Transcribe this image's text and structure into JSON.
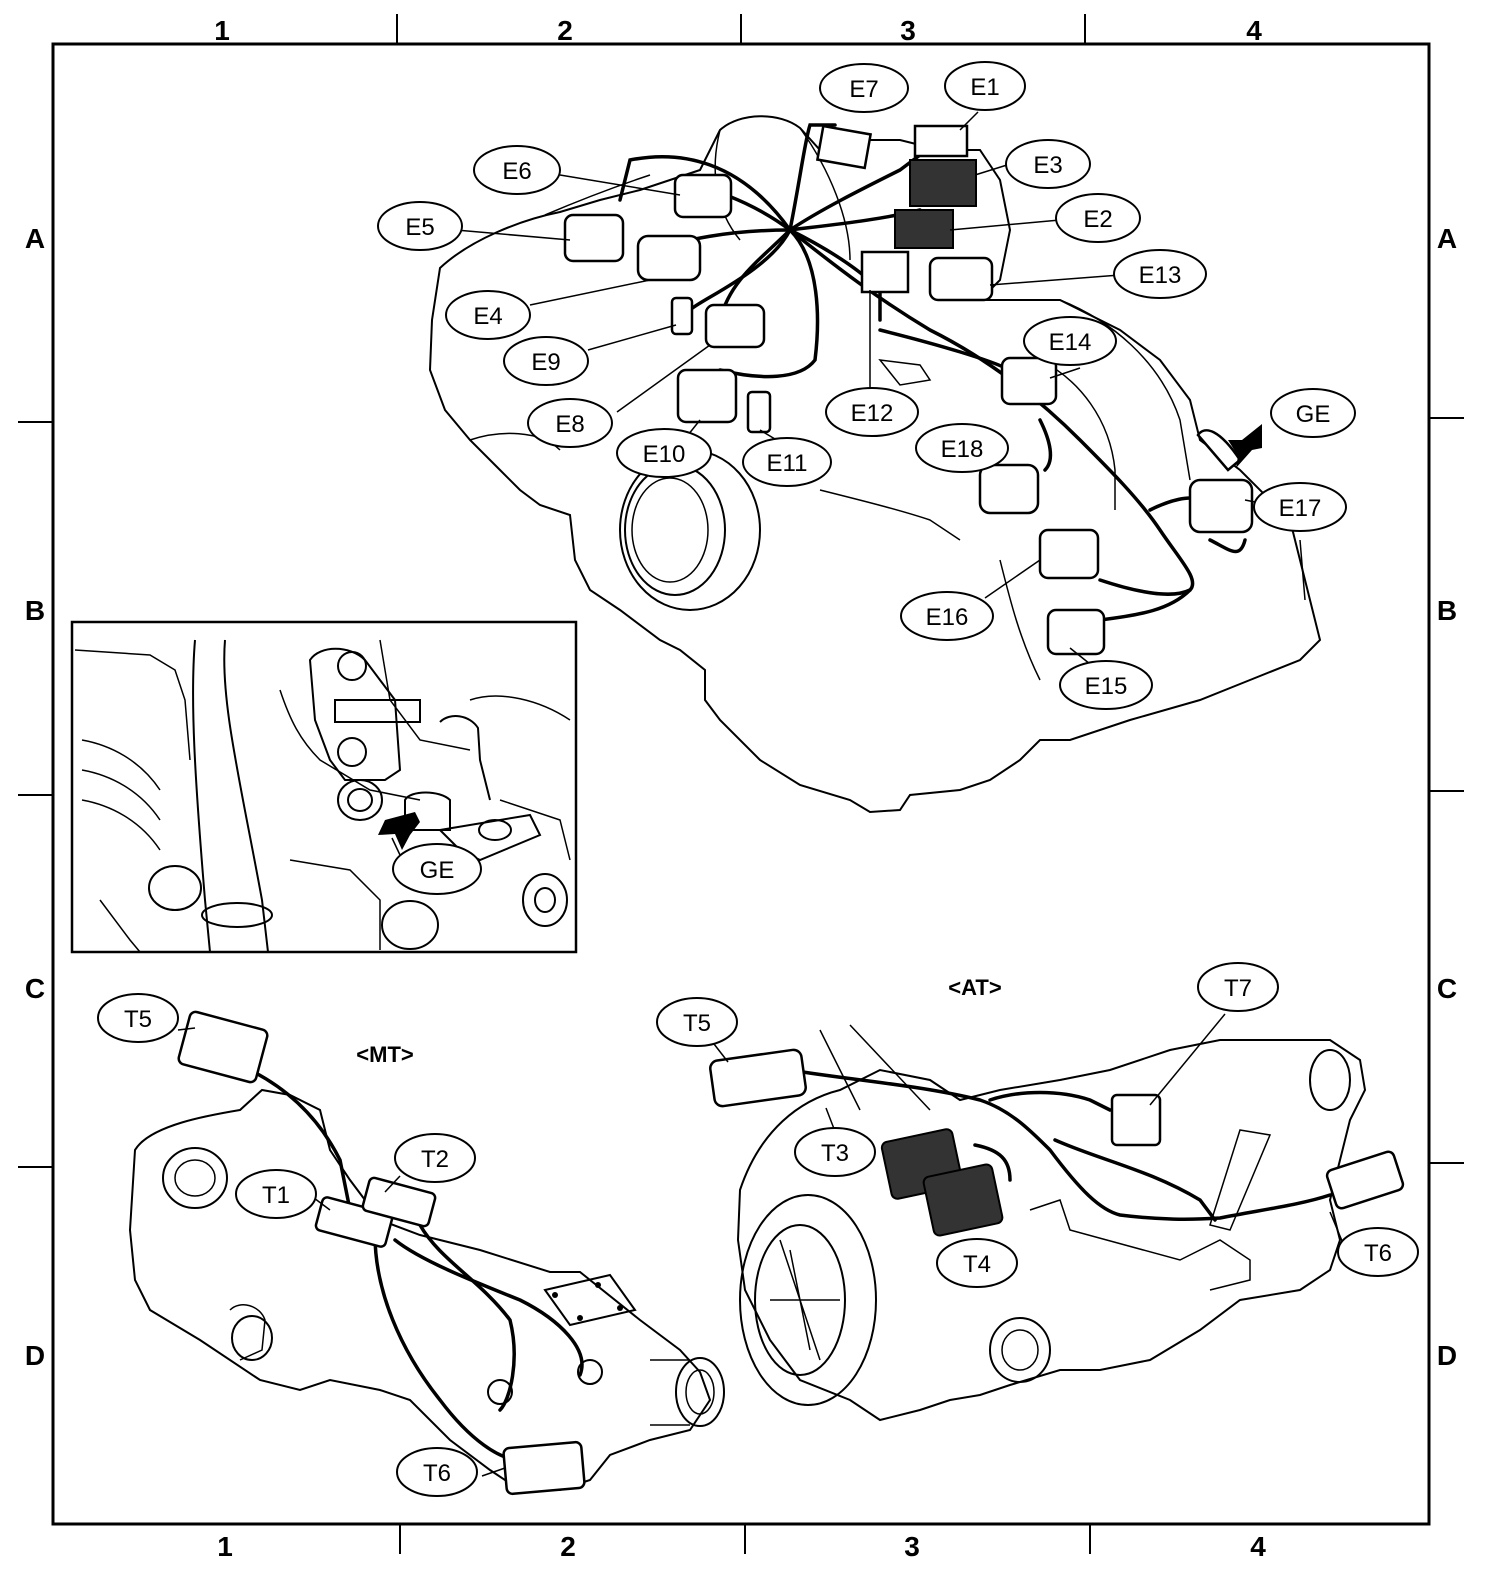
{
  "grid": {
    "columns": [
      "1",
      "2",
      "3",
      "4"
    ],
    "rows": [
      "A",
      "B",
      "C",
      "D"
    ]
  },
  "sections": {
    "mt": "<MT>",
    "at": "<AT>"
  },
  "callouts": {
    "E1": "E1",
    "E2": "E2",
    "E3": "E3",
    "E4": "E4",
    "E5": "E5",
    "E6": "E6",
    "E7": "E7",
    "E8": "E8",
    "E9": "E9",
    "E10": "E10",
    "E11": "E11",
    "E12": "E12",
    "E13": "E13",
    "E14": "E14",
    "E15": "E15",
    "E16": "E16",
    "E17": "E17",
    "E18": "E18",
    "GE": "GE",
    "GE_inset": "GE",
    "T1": "T1",
    "T2": "T2",
    "T5_mt": "T5",
    "T6_mt": "T6",
    "T3": "T3",
    "T4": "T4",
    "T5_at": "T5",
    "T6_at": "T6",
    "T7": "T7"
  }
}
